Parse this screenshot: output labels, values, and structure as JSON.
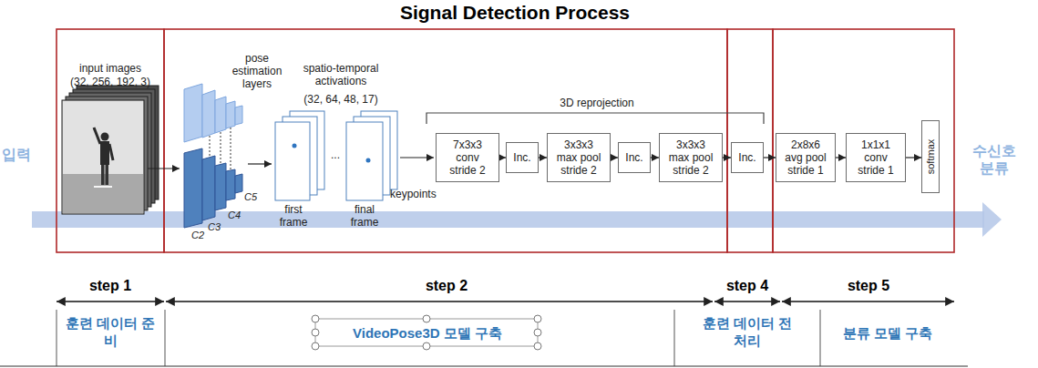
{
  "diagram": {
    "title": "Signal Detection Process",
    "nodes": [
      {
        "text": [
          "7x3x3 conv stride 2"
        ]
      },
      {
        "text": [
          "Inc."
        ]
      },
      {
        "text": [
          "3x3x3 max pool stride 2"
        ]
      },
      {
        "text": [
          "Inc."
        ]
      },
      {
        "text": [
          "3x3x3 max pool stride 2"
        ]
      },
      {
        "text": [
          "Inc."
        ]
      },
      {
        "text": [
          "2x8x6 avg pool stride 1"
        ]
      },
      {
        "text": [
          "1x1x1 conv stride 1"
        ]
      },
      {
        "text": [
          "softmax"
        ]
      }
    ],
    "edges": [
      {
        "from": 0,
        "to": 1,
        "arrow": "to"
      },
      {
        "from": 1,
        "to": 2,
        "arrow": "to"
      },
      {
        "from": 2,
        "to": 3,
        "arrow": "to"
      },
      {
        "from": 3,
        "to": 4,
        "arrow": "to"
      },
      {
        "from": 4,
        "to": 5,
        "arrow": "to"
      },
      {
        "from": 5,
        "to": 6,
        "arrow": "to"
      },
      {
        "from": 6,
        "to": 7,
        "arrow": "to"
      },
      {
        "from": 7,
        "to": 8,
        "arrow": "to"
      }
    ],
    "labels": [
      "입력",
      "수신호 분류",
      "input images",
      "(32, 256, 192, 3)",
      "pose estimation layers",
      "C2",
      "C3",
      "C4",
      "C5",
      "spatio-temporal activations",
      "(32, 64, 48, 17)",
      "first frame",
      "...",
      "final frame",
      "keypoints",
      "3D reprojection",
      "step 1",
      "step 2",
      "step 4",
      "step 5",
      "훈련 데이터 준비",
      "VideoPose3D 모델 구축",
      "훈련 데이터 전처리",
      "분류 모델 구축"
    ]
  }
}
